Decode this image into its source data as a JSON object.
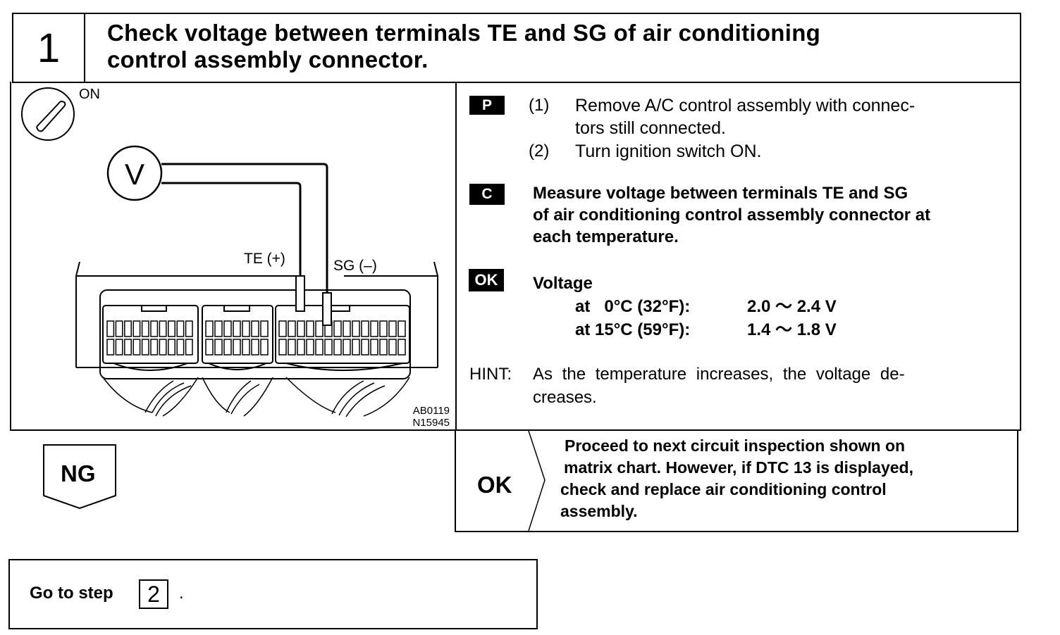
{
  "step": {
    "number": "1",
    "title_line1": "Check voltage between terminals TE and SG of air conditioning",
    "title_line2": "control assembly connector."
  },
  "diagram": {
    "ignition_label": "ON",
    "meter_label": "V",
    "probe_plus_label": "TE (+)",
    "probe_minus_label": "SG (–)",
    "ref_code_1": "AB0119",
    "ref_code_2": "N15945"
  },
  "procedure": {
    "prep_badge": "P",
    "prep_items": [
      {
        "num": "(1)",
        "line1": "Remove A/C control assembly with connec-",
        "line2": "tors still connected."
      },
      {
        "num": "(2)",
        "line1": "Turn ignition switch ON."
      }
    ],
    "check_badge": "C",
    "check_lines": [
      "Measure voltage between terminals TE and SG",
      "of air conditioning control assembly connector at",
      "each temperature."
    ],
    "ok_badge": "OK",
    "spec_title": "Voltage",
    "specs": [
      {
        "cond": "at   0°C (32°F):",
        "value": "2.0 〜 2.4 V"
      },
      {
        "cond": "at 15°C (59°F):",
        "value": "1.4 〜 1.8 V"
      }
    ],
    "hint_label": "HINT:",
    "hint_line1": "As the temperature increases, the voltage de-",
    "hint_line2": "creases."
  },
  "result_ok": {
    "label": "OK",
    "lines": [
      "Proceed to next circuit inspection shown on",
      "matrix chart. However, if DTC 13 is displayed,",
      "check and replace air conditioning control",
      "assembly."
    ]
  },
  "result_ng": {
    "label": "NG"
  },
  "goto": {
    "text": "Go to step",
    "step": "2",
    "suffix": "."
  }
}
